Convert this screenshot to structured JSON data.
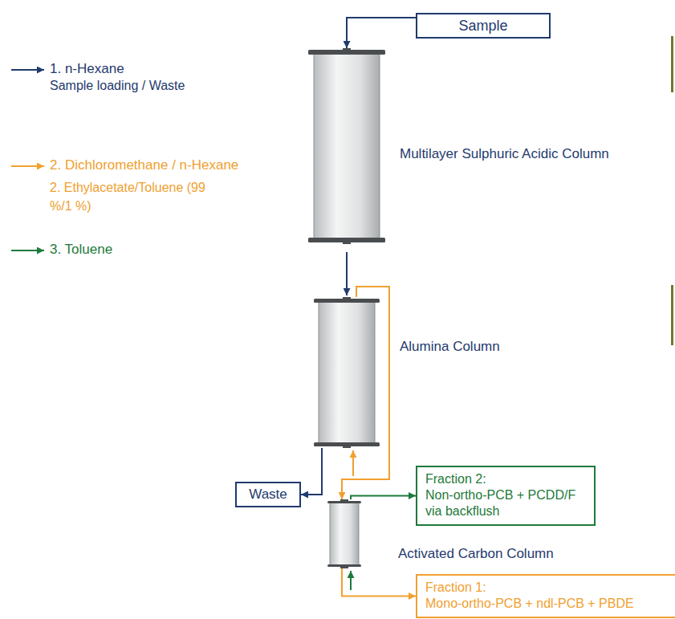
{
  "diagram": {
    "nodes": [
      {
        "text": [
          "Sample"
        ]
      },
      {
        "text": [
          "Multilayer Sulphuric Acidic Column"
        ]
      },
      {
        "text": [
          "Alumina Column"
        ]
      },
      {
        "text": [
          "Waste"
        ]
      },
      {
        "text": [
          "Fraction 2:",
          "Non-ortho-PCB + PCDD/F via backflush"
        ]
      },
      {
        "text": [
          "Activated Carbon Column"
        ]
      },
      {
        "text": [
          "Fraction 1:",
          "Mono-ortho-PCB + ndl-PCB + PBDE"
        ]
      }
    ],
    "edges": [
      {
        "from": 0,
        "to": 1,
        "arrow": "to"
      },
      {
        "from": 1,
        "to": 2,
        "arrow": "to"
      },
      {
        "from": 2,
        "to": 3,
        "arrow": "to"
      },
      {
        "from": 2,
        "to": 5,
        "arrow": "to"
      },
      {
        "from": 5,
        "to": 4,
        "arrow": "to"
      },
      {
        "from": 5,
        "to": 6,
        "arrow": "to"
      }
    ],
    "labels": [
      "Sample loading / Waste",
      "2. Ethylacetate/Toluene (99 %/1 %)"
    ],
    "legend": [
      {
        "text": "1. n-Hexane"
      },
      {
        "text": "2. Dichloromethane / n-Hexane"
      },
      {
        "text": "3. Toluene"
      }
    ]
  }
}
